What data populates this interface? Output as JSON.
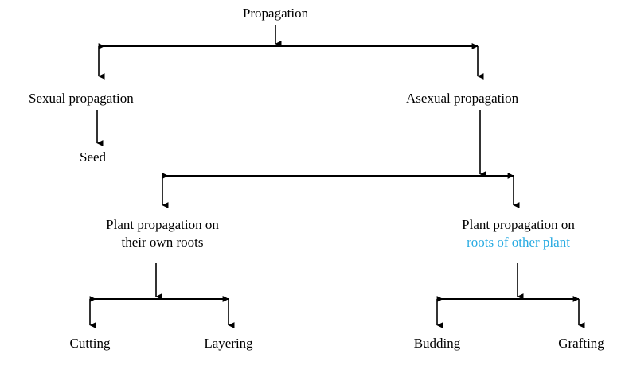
{
  "diagram": {
    "title": "Propagation",
    "type": "hierarchy-tree",
    "background_color": "#ffffff",
    "line_color": "#000000",
    "text_color": "#000000",
    "accent_color": "#29abe2",
    "nodes": {
      "root": "Propagation",
      "sexual": "Sexual propagation",
      "asexual": "Asexual propagation",
      "seed": "Seed",
      "own_roots_line1": "Plant propagation on",
      "own_roots_line2": "their own roots",
      "other_roots_line1": "Plant propagation on",
      "other_roots_line2": "roots of other plant",
      "cutting": "Cutting",
      "layering": "Layering",
      "budding": "Budding",
      "grafting": "Grafting"
    },
    "edges": [
      {
        "from": "root",
        "to": "sexual"
      },
      {
        "from": "root",
        "to": "asexual"
      },
      {
        "from": "sexual",
        "to": "seed"
      },
      {
        "from": "asexual",
        "to": "own_roots"
      },
      {
        "from": "asexual",
        "to": "other_roots"
      },
      {
        "from": "own_roots",
        "to": "cutting"
      },
      {
        "from": "own_roots",
        "to": "layering"
      },
      {
        "from": "other_roots",
        "to": "budding"
      },
      {
        "from": "other_roots",
        "to": "grafting"
      }
    ]
  }
}
